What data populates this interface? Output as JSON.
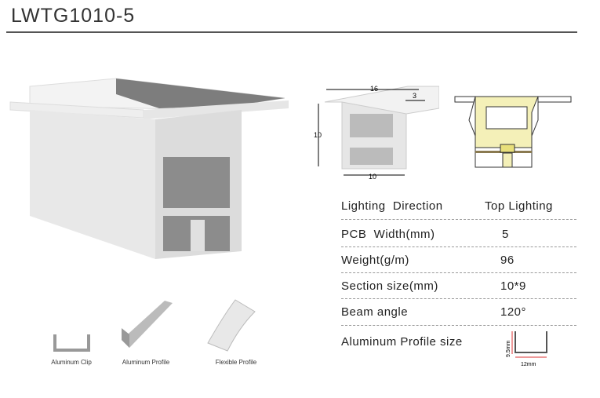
{
  "title": "LWTG1010-5",
  "specs": [
    {
      "label": "Lighting  Direction",
      "value": "Top Lighting"
    },
    {
      "label": "PCB  Width(mm)",
      "value": "5"
    },
    {
      "label": "Weight(g/m)",
      "value": "96"
    },
    {
      "label": "Section size(mm)",
      "value": "10*9"
    },
    {
      "label": "Beam angle",
      "value": "120°"
    },
    {
      "label": "Aluminum Profile size",
      "value": ""
    }
  ],
  "dimensions": {
    "top_width": "16",
    "flange": "3",
    "height": "10",
    "bottom_width": "10",
    "alu_height": "9.5mm",
    "alu_width": "12mm"
  },
  "accessories": [
    "Aluminum Clip",
    "Aluminum Profile",
    "Flexible Profile"
  ]
}
